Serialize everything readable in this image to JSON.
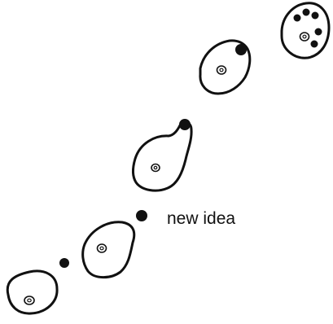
{
  "diagram": {
    "annotation": "new idea",
    "colors": {
      "ink": "#111111",
      "background": "#ffffff"
    },
    "elements": [
      "cell-1",
      "cell-2",
      "cell-3",
      "cell-4",
      "cell-5",
      "dot-1",
      "dot-2"
    ]
  }
}
